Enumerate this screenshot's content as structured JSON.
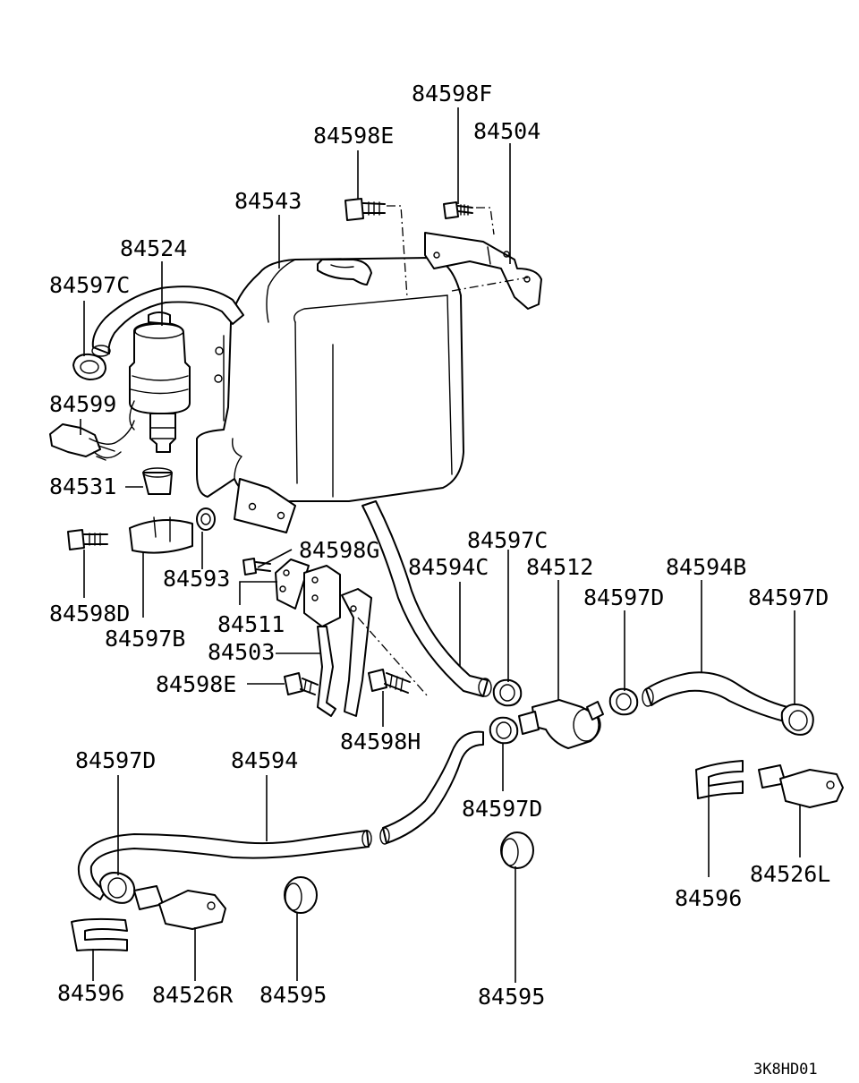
{
  "labels": {
    "p84598F": "84598F",
    "p84504": "84504",
    "p84598E_top": "84598E",
    "p84543": "84543",
    "p84524": "84524",
    "p84597C_top": "84597C",
    "p84599": "84599",
    "p84531": "84531",
    "p84598G": "84598G",
    "p84593": "84593",
    "p84598D": "84598D",
    "p84597B": "84597B",
    "p84511": "84511",
    "p84503": "84503",
    "p84598E_mid": "84598E",
    "p84598H": "84598H",
    "p84597C_mid": "84597C",
    "p84594C": "84594C",
    "p84512": "84512",
    "p84594B": "84594B",
    "p84597D_a": "84597D",
    "p84597D_b": "84597D",
    "p84597D_left": "84597D",
    "p84594": "84594",
    "p84597D_center": "84597D",
    "p84596_right": "84596",
    "p84526L": "84526L",
    "p84596_left": "84596",
    "p84526R": "84526R",
    "p84595_left": "84595",
    "p84595_right": "84595",
    "diagram_code": "3K8HD01"
  }
}
